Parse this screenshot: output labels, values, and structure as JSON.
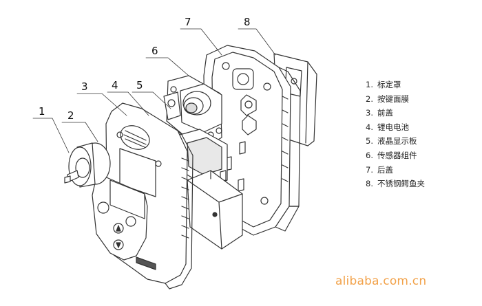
{
  "callouts": [
    "1",
    "2",
    "3",
    "4",
    "5",
    "6",
    "7",
    "8"
  ],
  "legend": [
    {
      "num": "1.",
      "label": "标定罩"
    },
    {
      "num": "2.",
      "label": "按键面膜"
    },
    {
      "num": "3.",
      "label": "前盖"
    },
    {
      "num": "4.",
      "label": "锂电电池"
    },
    {
      "num": "5.",
      "label": "液晶显示板"
    },
    {
      "num": "6.",
      "label": "传感器组件"
    },
    {
      "num": "7.",
      "label": "后盖"
    },
    {
      "num": "8.",
      "label": "不锈钢鳄鱼夹"
    }
  ],
  "watermark": "alibaba.com.cn",
  "colors": {
    "line": "#333333",
    "watermark": "#f2a24a",
    "background": "#ffffff"
  }
}
